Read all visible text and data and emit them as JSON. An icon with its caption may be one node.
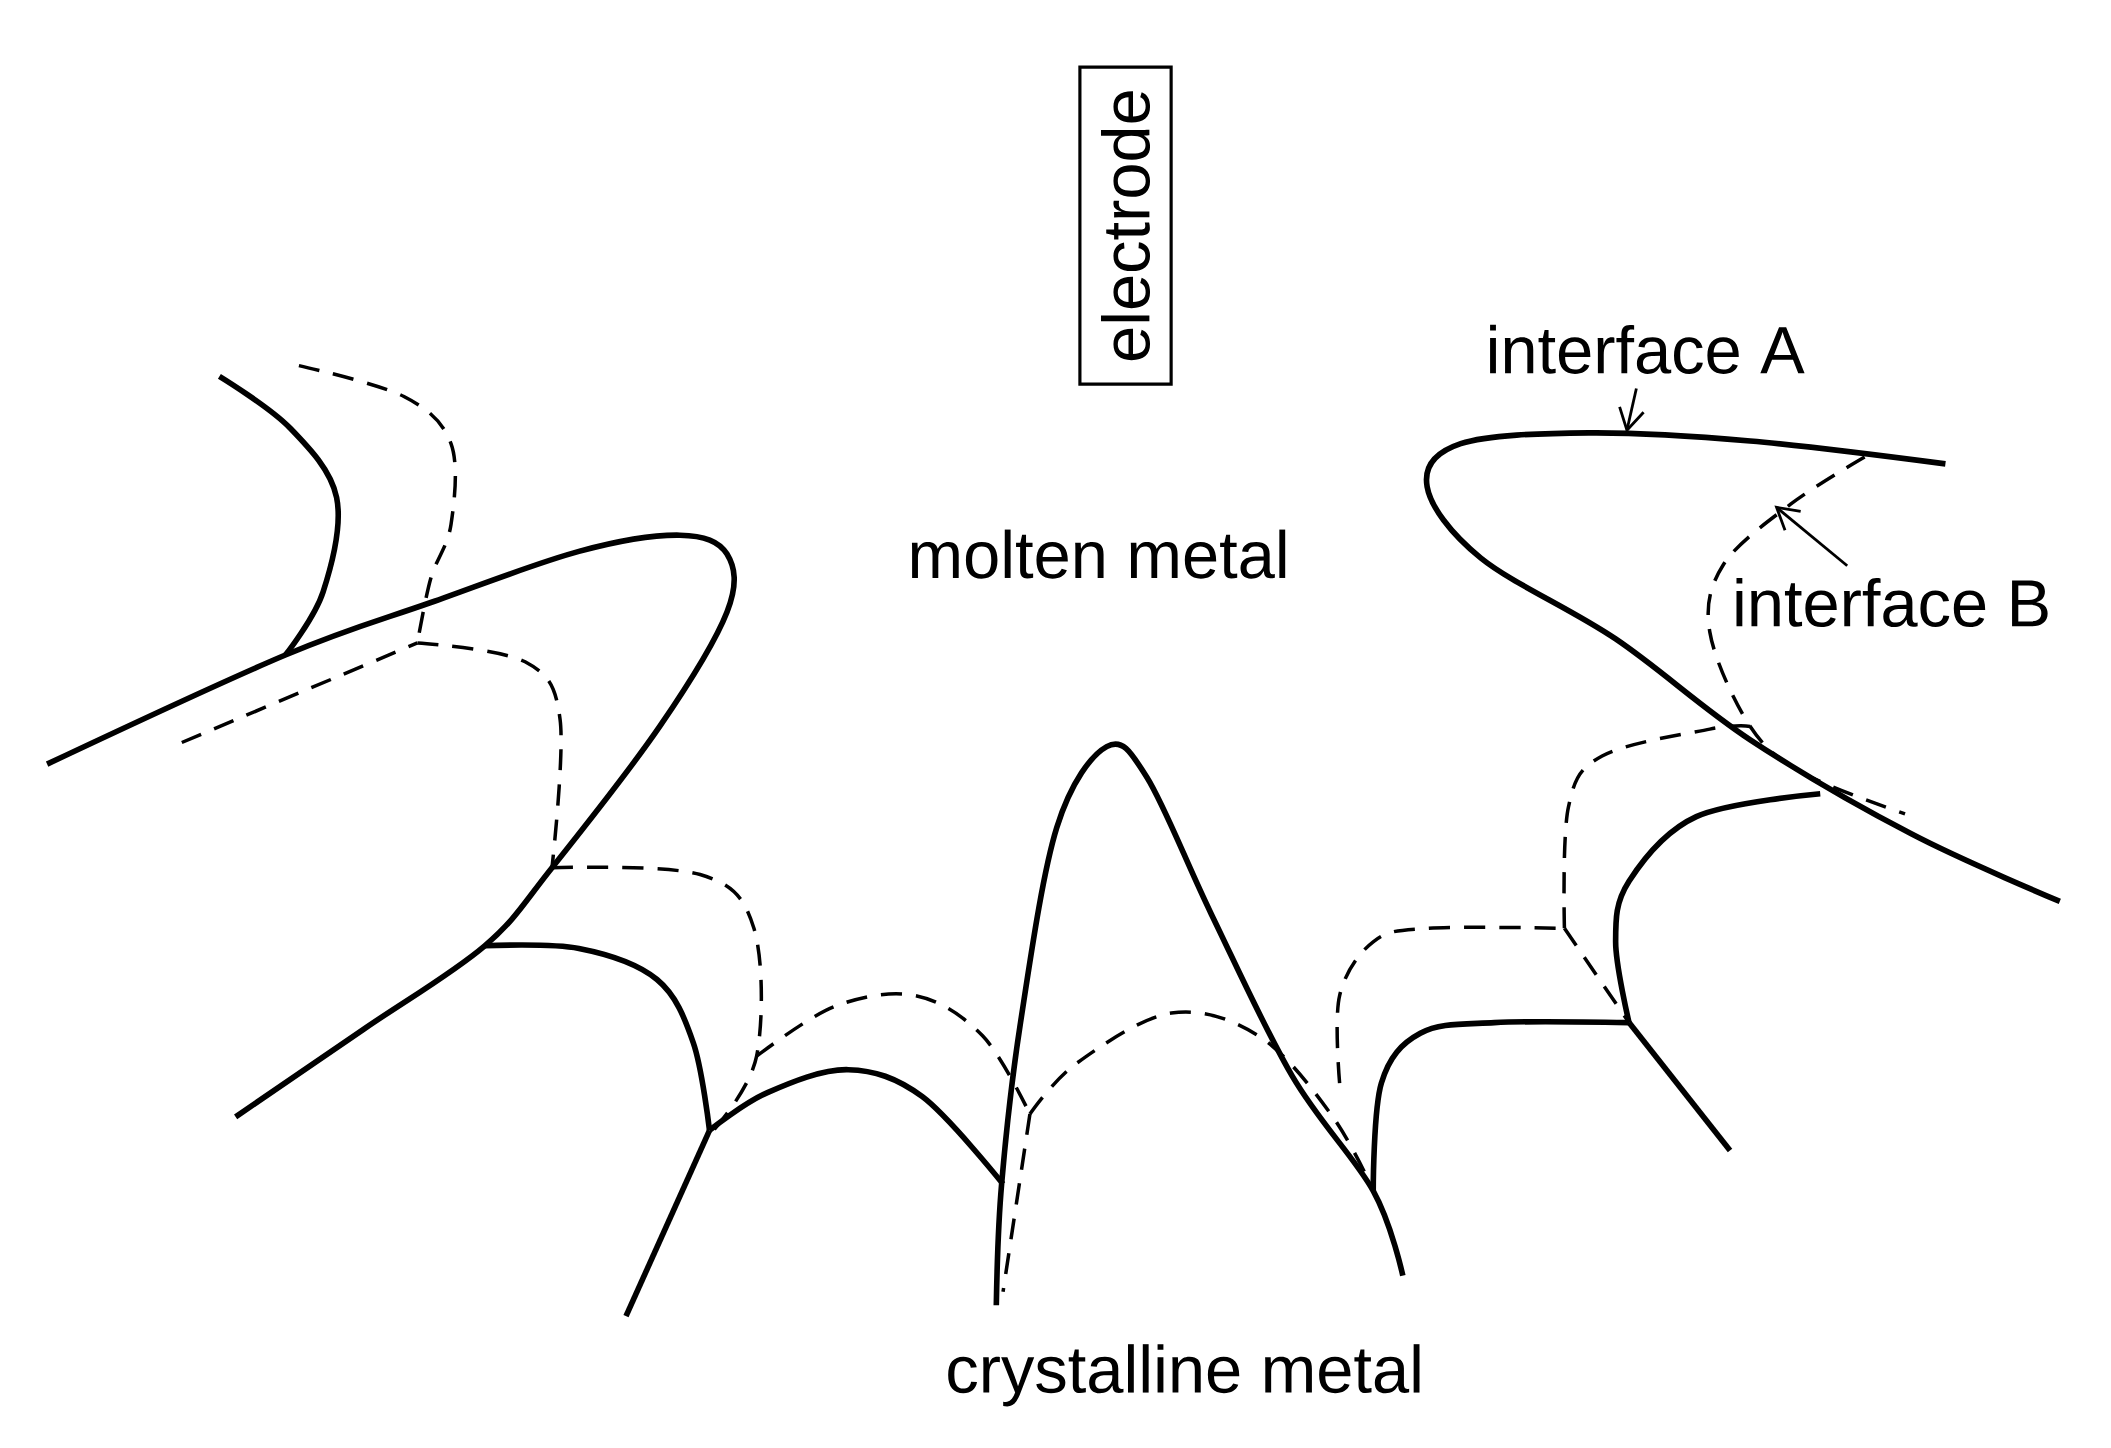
{
  "diagram": {
    "nodes": [
      {
        "text": [
          "electrode"
        ]
      },
      {
        "text": [
          "interface A"
        ]
      },
      {
        "text": [
          "interface B"
        ]
      }
    ],
    "edges": [
      {
        "from": 1,
        "to": null,
        "arrow": "to"
      },
      {
        "from": 2,
        "to": null,
        "arrow": "to"
      }
    ],
    "labels": [
      "molten metal",
      "crystalline metal"
    ]
  }
}
